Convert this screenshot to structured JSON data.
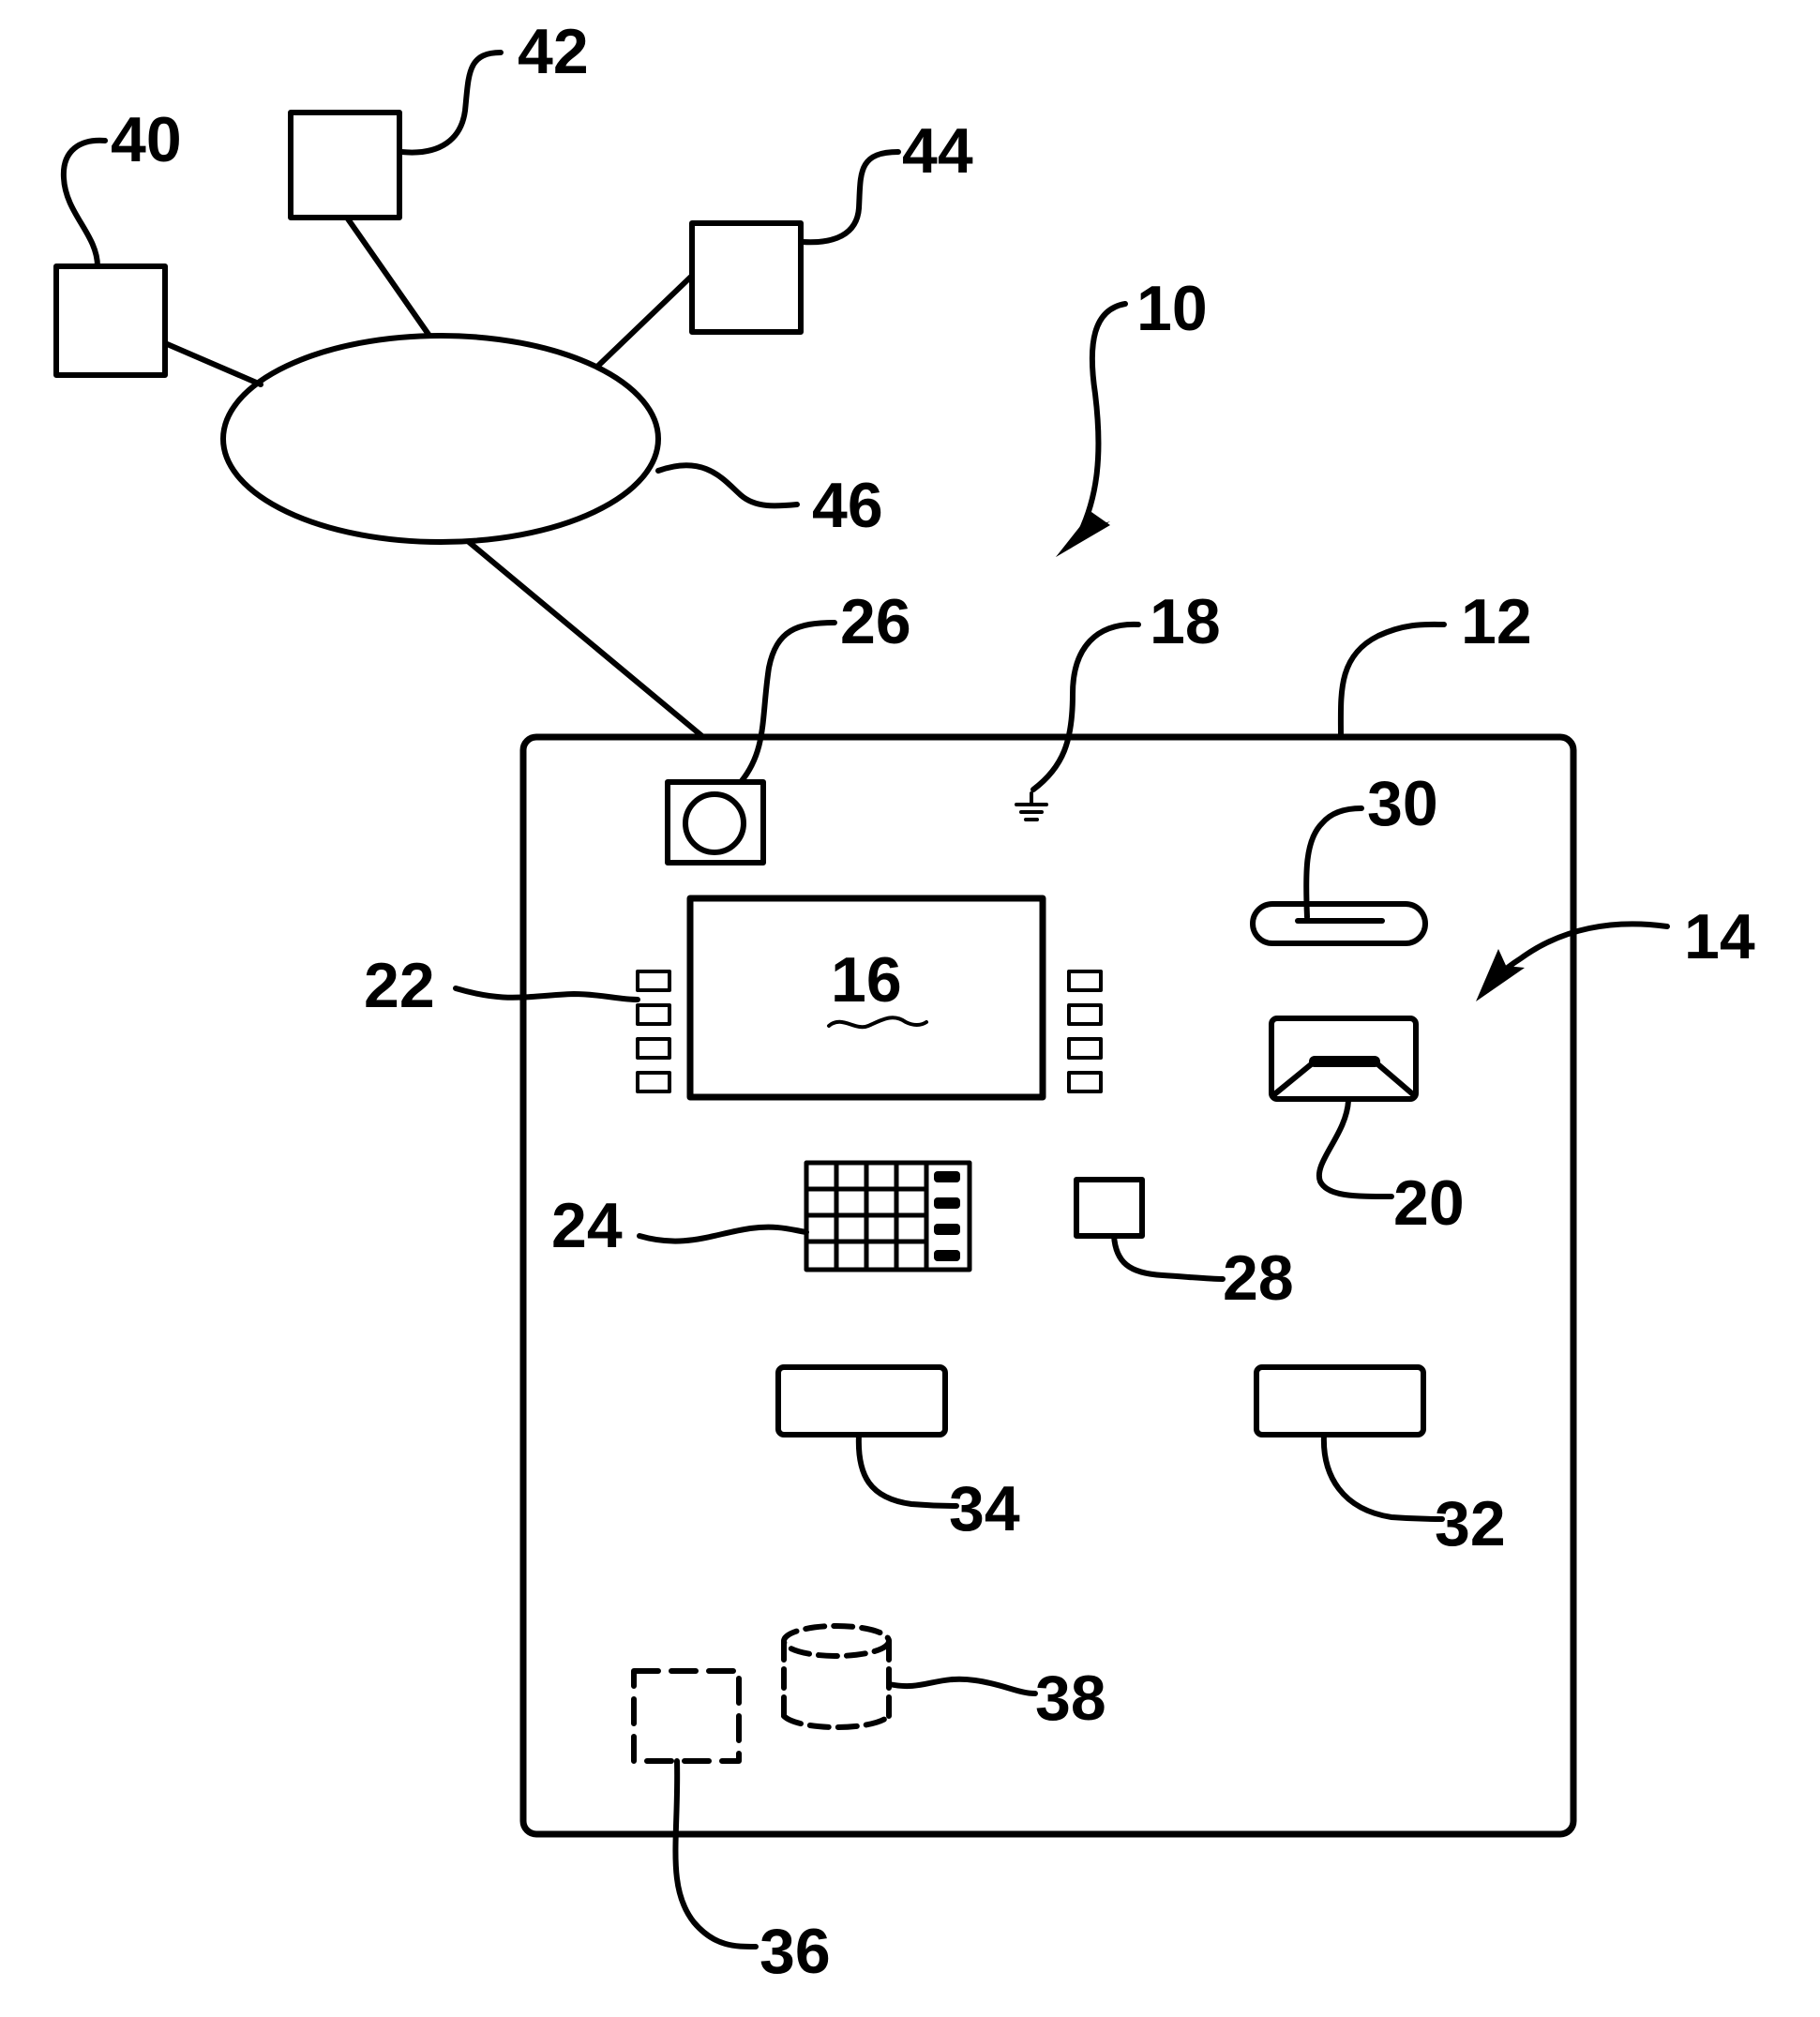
{
  "labels": {
    "atm": "10",
    "housing": "12",
    "user_interface": "14",
    "display": "16",
    "ground_symbol": "18",
    "card_reader": "20",
    "function_keys": "22",
    "keypad": "24",
    "camera": "26",
    "small_device": "28",
    "card_slot": "30",
    "module_right": "32",
    "module_left": "34",
    "processor": "36",
    "data_store": "38",
    "remote_1": "40",
    "remote_2": "42",
    "remote_3": "44",
    "network": "46"
  }
}
